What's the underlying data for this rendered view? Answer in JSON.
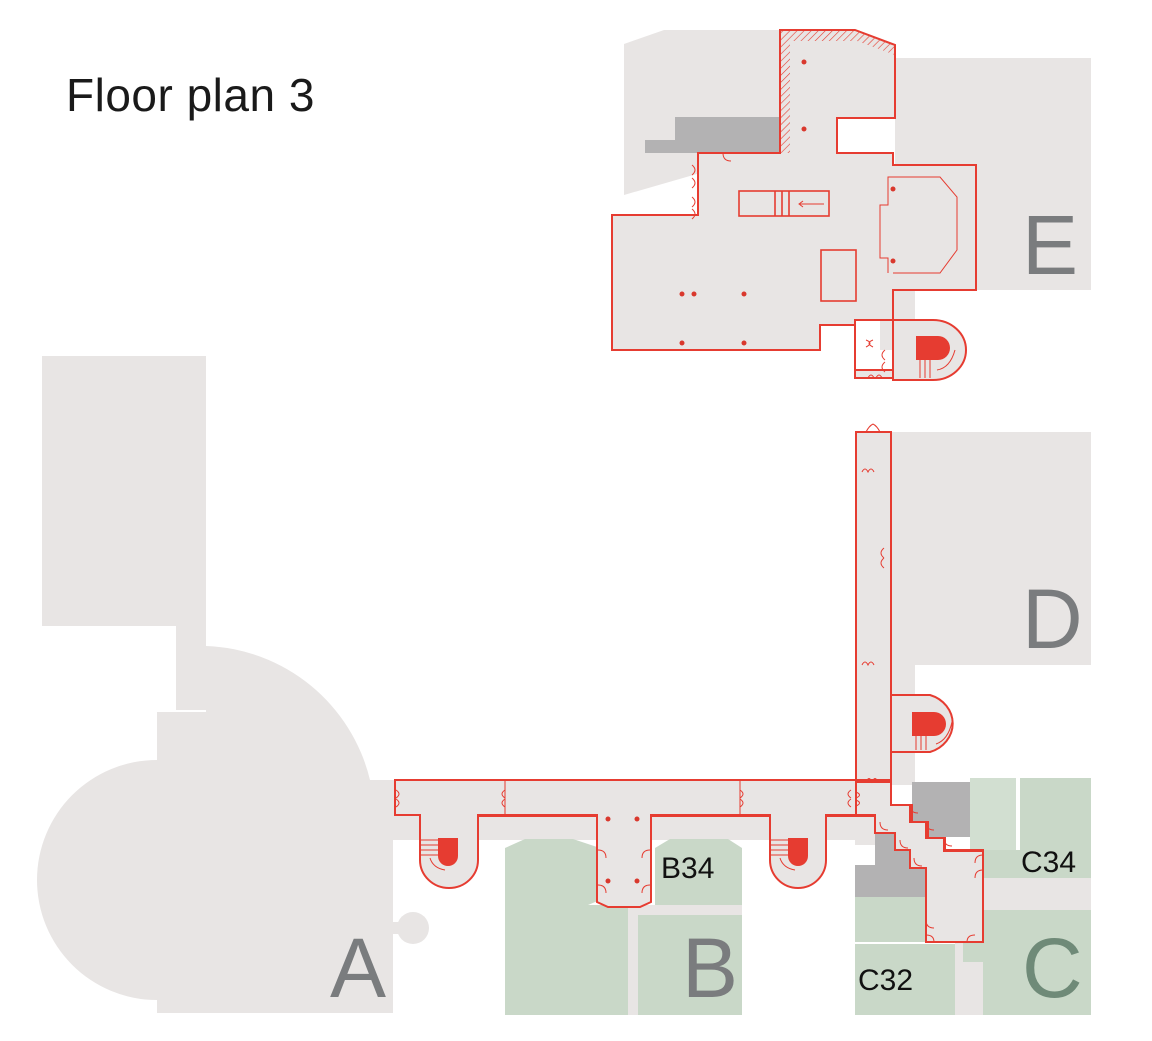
{
  "title": "Floor plan 3",
  "wings": [
    {
      "id": "A",
      "label": "A"
    },
    {
      "id": "B",
      "label": "B"
    },
    {
      "id": "C",
      "label": "C"
    },
    {
      "id": "D",
      "label": "D"
    },
    {
      "id": "E",
      "label": "E"
    }
  ],
  "rooms": [
    {
      "id": "B34",
      "label": "B34"
    },
    {
      "id": "C34",
      "label": "C34"
    },
    {
      "id": "C32",
      "label": "C32"
    }
  ],
  "colors": {
    "building": "#e8e5e4",
    "route_outline": "#e63c31",
    "stairs": "#e63c31",
    "highlight_rooms": "#c9d8c8",
    "service_areas": "#b3b2b3",
    "wing_label": "#7a7c7e"
  },
  "legend_icons": [
    "stairs-icon",
    "door-icon",
    "column-icon",
    "direction-arrow-icon"
  ]
}
